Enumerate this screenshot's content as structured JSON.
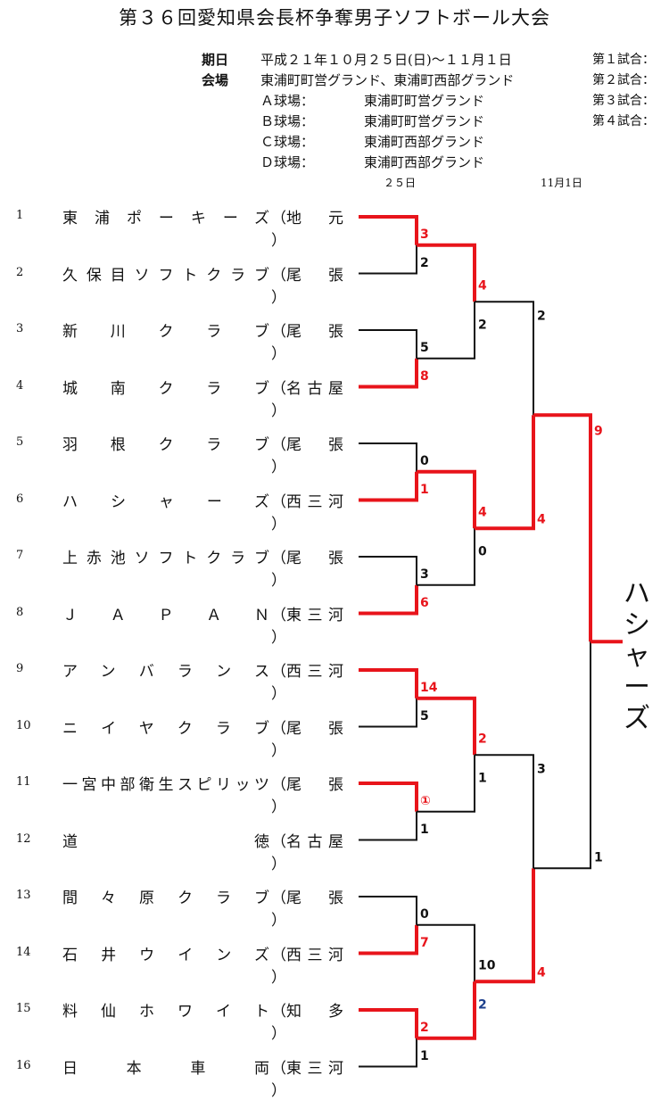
{
  "title": "第３６回愛知県会長杯争奪男子ソフトボール大会",
  "info": {
    "date_label": "期日",
    "date_value": "平成２１年１０月２５日(日)～１１月１日",
    "venue_label": "会場",
    "venue_value": "東浦町町営グランド、東浦町西部グランド",
    "fields": [
      {
        "label": "Ａ球場：",
        "value": "東浦町町営グランド"
      },
      {
        "label": "Ｂ球場：",
        "value": "東浦町町営グランド"
      },
      {
        "label": "Ｃ球場：",
        "value": "東浦町西部グランド"
      },
      {
        "label": "Ｄ球場：",
        "value": "東浦町西部グランド"
      }
    ],
    "games": [
      "第１試合：",
      "第２試合：",
      "第３試合：",
      "第４試合："
    ]
  },
  "round_dates": [
    "２５日",
    "11月1日"
  ],
  "teams": [
    {
      "num": "1",
      "name": "東浦ポーキーズ",
      "region": "地元"
    },
    {
      "num": "2",
      "name": "久保目ソフトクラブ",
      "region": "尾張"
    },
    {
      "num": "3",
      "name": "新川クラブ",
      "region": "尾張"
    },
    {
      "num": "4",
      "name": "城南クラブ",
      "region": "名古屋"
    },
    {
      "num": "5",
      "name": "羽根クラブ",
      "region": "尾張"
    },
    {
      "num": "6",
      "name": "ハシャーズ",
      "region": "西三河"
    },
    {
      "num": "7",
      "name": "上赤池ソフトクラブ",
      "region": "尾張"
    },
    {
      "num": "8",
      "name": "ＪＡＰＡＮ",
      "region": "東三河"
    },
    {
      "num": "9",
      "name": "アンバランス",
      "region": "西三河"
    },
    {
      "num": "10",
      "name": "ニイヤクラブ",
      "region": "尾張"
    },
    {
      "num": "11",
      "name": "一宮中部衛生スピリッツ",
      "region": "尾張"
    },
    {
      "num": "12",
      "name": "道徳",
      "region": "名古屋"
    },
    {
      "num": "13",
      "name": "間々原クラブ",
      "region": "尾張"
    },
    {
      "num": "14",
      "name": "石井ウインズ",
      "region": "西三河"
    },
    {
      "num": "15",
      "name": "料仙ホワイト",
      "region": "知多"
    },
    {
      "num": "16",
      "name": "日本車両",
      "region": "東三河"
    }
  ],
  "scores": {
    "r1": [
      [
        "3",
        "2"
      ],
      [
        "5",
        "8"
      ],
      [
        "0",
        "1"
      ],
      [
        "3",
        "6"
      ],
      [
        "14",
        "5"
      ],
      [
        "①",
        "1"
      ],
      [
        "0",
        "7"
      ],
      [
        "2",
        "1"
      ]
    ],
    "r2": [
      [
        "4",
        "2"
      ],
      [
        "4",
        "0"
      ],
      [
        "2",
        "1"
      ],
      [
        "10",
        "2"
      ]
    ],
    "r3": [
      [
        "2",
        "4"
      ],
      [
        "3",
        "4"
      ]
    ],
    "final": [
      "9",
      "1"
    ]
  },
  "champion": [
    "ハ",
    "シ",
    "ャ",
    "ー",
    "ズ"
  ],
  "colors": {
    "win": "#e8141b",
    "lose": "#111111",
    "blue": "#1c3f8c"
  }
}
